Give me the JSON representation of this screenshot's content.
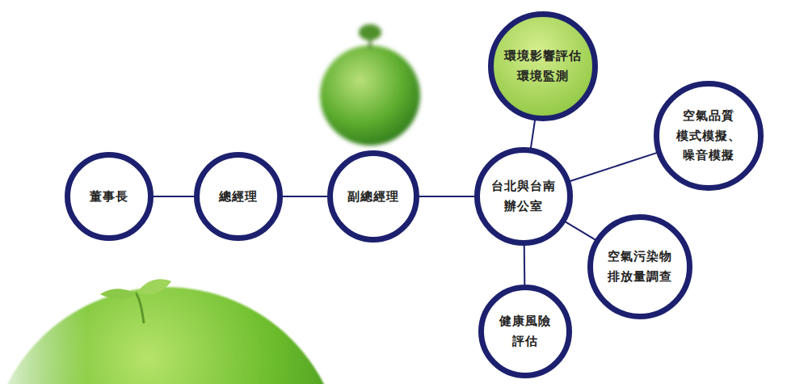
{
  "diagram": {
    "nodes": [
      {
        "text": [
          "董事長"
        ]
      },
      {
        "text": [
          "總經理"
        ]
      },
      {
        "text": [
          "副總經理"
        ]
      },
      {
        "text": [
          "台北與台南 辦公室"
        ]
      },
      {
        "text": [
          "環境影響評估 環境監測"
        ]
      },
      {
        "text": [
          "空氣品質 模式模擬、 噪音模擬"
        ]
      },
      {
        "text": [
          "空氣污染物 排放量調查"
        ]
      },
      {
        "text": [
          "健康風險 評估"
        ]
      }
    ],
    "edges": [
      {
        "from": 0,
        "to": 1,
        "arrow": "none"
      },
      {
        "from": 1,
        "to": 2,
        "arrow": "none"
      },
      {
        "from": 2,
        "to": 3,
        "arrow": "none"
      },
      {
        "from": 3,
        "to": 4,
        "arrow": "none"
      },
      {
        "from": 3,
        "to": 5,
        "arrow": "none"
      },
      {
        "from": 3,
        "to": 6,
        "arrow": "none"
      },
      {
        "from": 3,
        "to": 7,
        "arrow": "none"
      }
    ]
  }
}
